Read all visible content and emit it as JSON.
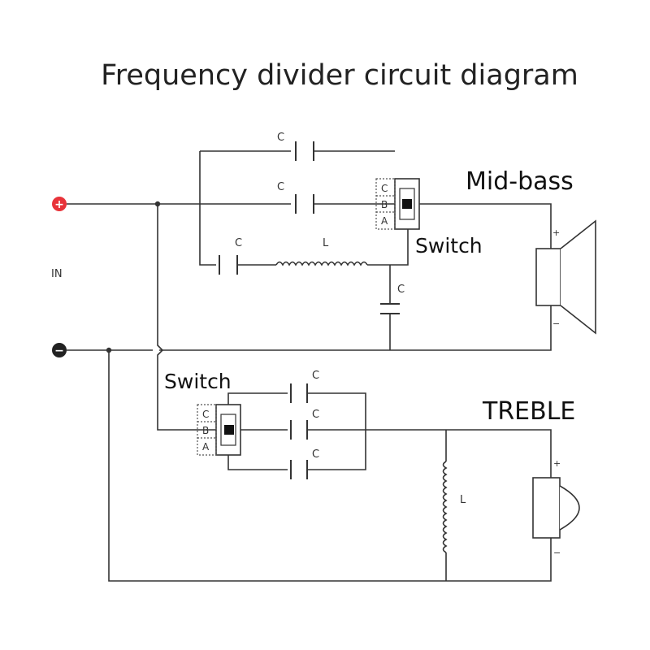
{
  "title": "Frequency divider circuit diagram",
  "in_label": "IN",
  "positive_symbol": "+",
  "negative_symbol": "−",
  "midbass": {
    "label": "Mid-bass",
    "switch_label": "Switch",
    "cap_top": "C",
    "cap_mid": "C",
    "cap_bottom": "C",
    "inductor": "L",
    "shunt_cap": "C",
    "switch_positions": [
      "C",
      "B",
      "A"
    ],
    "speaker_plus": "+",
    "speaker_minus": "−"
  },
  "treble": {
    "label": "TREBLE",
    "switch_label": "Switch",
    "cap_1": "C",
    "cap_2": "C",
    "cap_3": "C",
    "inductor": "L",
    "switch_positions": [
      "C",
      "B",
      "A"
    ],
    "speaker_plus": "+",
    "speaker_minus": "−"
  },
  "colors": {
    "wire": "#333333",
    "positive_terminal": "#e8333a",
    "negative_terminal": "#222222"
  }
}
